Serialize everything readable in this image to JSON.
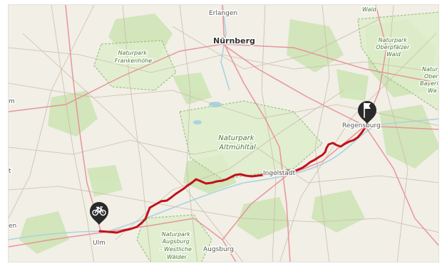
{
  "map": {
    "colors": {
      "land": "#f1efe6",
      "forest": "#cfe5b7",
      "park_fill": "#dfeecb",
      "park_border": "#91b874",
      "road_major": "#e8919a",
      "road_minor": "#c9b9a7",
      "water": "#aad3df",
      "route": "#c0121b",
      "marker": "#2a2a2a"
    },
    "labels": {
      "erlangen": "Erlangen",
      "nurnberg": "Nürnberg",
      "regensburg": "Regensburg",
      "ingolstadt": "Ingolstadt",
      "augsburg": "Augsburg",
      "ulm": "Ulm",
      "wald_top": "Wald",
      "edge_left_mid": "t",
      "edge_left_top": "m",
      "edge_left_bottom": "en"
    },
    "parks": {
      "frankenhoehe": [
        "Naturpark",
        "Frankenhöhe"
      ],
      "altmuehltal": [
        "Naturpark",
        "Altmühltal"
      ],
      "oberpfaelzer": [
        "Naturpark",
        "Oberpfälzer",
        "Wald"
      ],
      "bayerischer": [
        "Naturp",
        "Obere",
        "Bayeris",
        "Wa"
      ],
      "augsburg_westliche": [
        "Naturpark",
        "Augsburg",
        "- Westliche",
        "Wälder"
      ]
    },
    "markers": {
      "start_icon": "bicycle-icon",
      "end_icon": "flag-icon"
    }
  }
}
